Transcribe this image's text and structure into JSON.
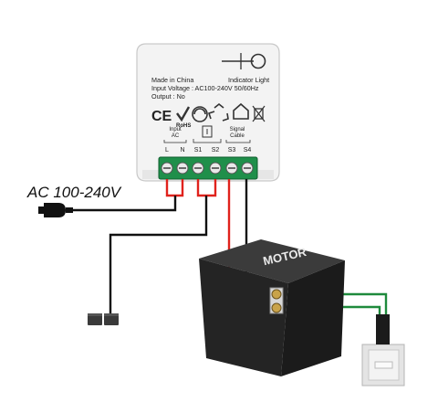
{
  "device": {
    "made_in": "Made in China",
    "indicator": "Indicator Light",
    "input_voltage": "Input Voltage : AC100-240V 50/60Hz",
    "output": "Output : No",
    "cert_marks": [
      "CE",
      "RoHS"
    ],
    "terminals": {
      "input_label_line1": "Input",
      "input_label_line2": "AC",
      "signal_label_line1": "Signal",
      "signal_label_line2": "Cable",
      "names": [
        "L",
        "N",
        "S1",
        "S2",
        "S3",
        "S4"
      ]
    }
  },
  "power": {
    "label": "AC 100-240V"
  },
  "motor": {
    "label": "MOTOR"
  },
  "colors": {
    "wire_black": "#111111",
    "wire_red": "#e0221c",
    "wire_green": "#1e8a3c",
    "terminal_green": "#1f8f4a",
    "motor_body": "#2a2a2a"
  }
}
